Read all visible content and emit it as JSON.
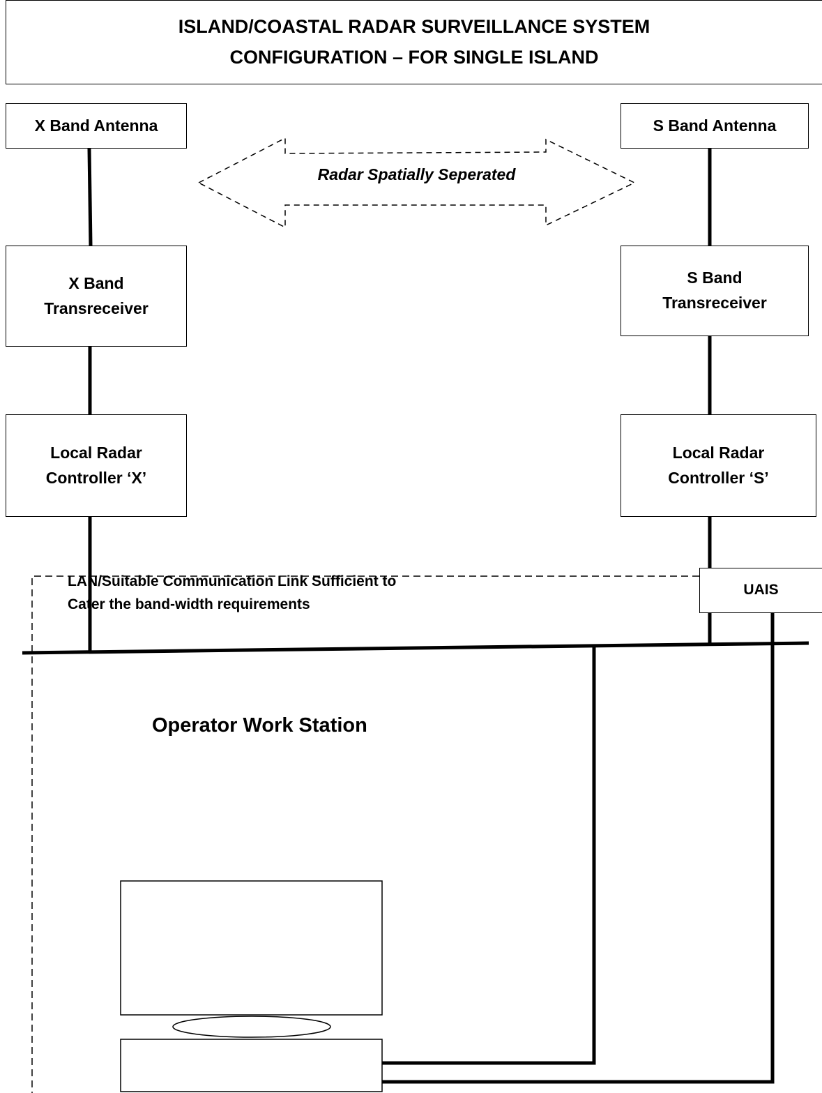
{
  "title": {
    "line1": "ISLAND/COASTAL RADAR SURVEILLANCE SYSTEM",
    "line2": "CONFIGURATION – FOR SINGLE ISLAND"
  },
  "x_band": {
    "antenna": "X Band Antenna",
    "transreceiver_line1": "X Band",
    "transreceiver_line2": "Transreceiver",
    "controller_line1": "Local Radar",
    "controller_line2": "Controller ‘X’"
  },
  "s_band": {
    "antenna": "S Band Antenna",
    "transreceiver_line1": "S Band",
    "transreceiver_line2": "Transreceiver",
    "controller_line1": "Local Radar",
    "controller_line2": "Controller ‘S’"
  },
  "separation_label": "Radar Spatially Seperated",
  "lan_label": {
    "line1": "LAN/Suitable Communication Link Sufficient to",
    "line2": "Cater the band-width requirements"
  },
  "uais": "UAIS",
  "workstation_label": "Operator Work Station"
}
